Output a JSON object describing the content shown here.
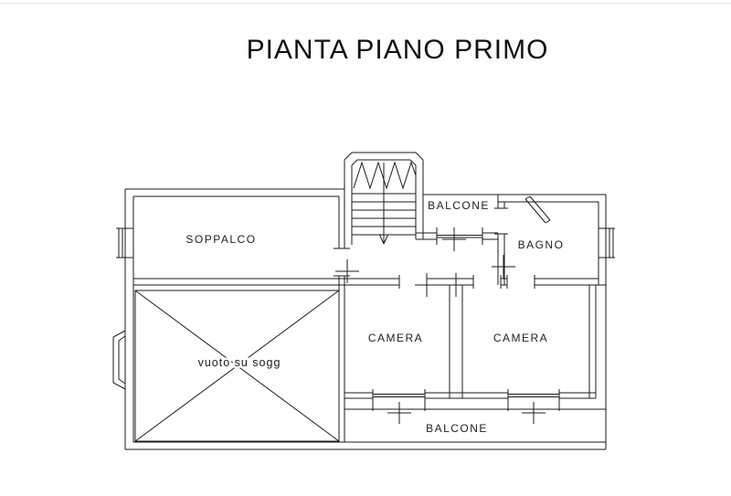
{
  "title": "PIANTA PIANO PRIMO",
  "labels": {
    "soppalco": "SOPPALCO",
    "balcone_top": "BALCONE",
    "bagno": "BAGNO",
    "camera_left": "CAMERA",
    "camera_right": "CAMERA",
    "vuoto_su_sogg": "vuoto su sogg",
    "balcone_bottom": "BALCONE"
  },
  "colors": {
    "background": "#ffffff",
    "line": "#1b1b1b",
    "text": "#222222"
  }
}
